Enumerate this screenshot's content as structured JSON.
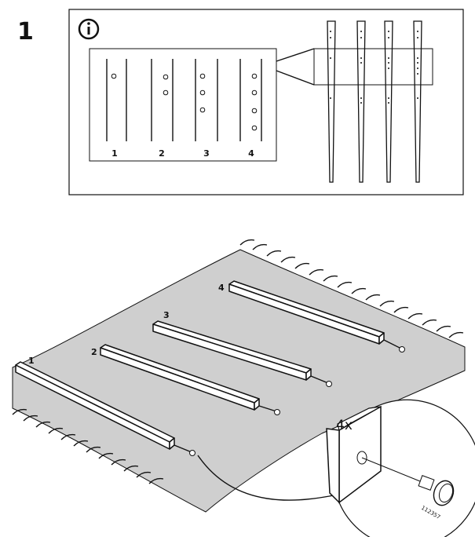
{
  "step_number": "1",
  "info_panel": {
    "icon": "info-icon",
    "hole_patterns": [
      {
        "label": "1",
        "holes": 1
      },
      {
        "label": "2",
        "holes": 2
      },
      {
        "label": "3",
        "holes": 3
      },
      {
        "label": "4",
        "holes": 4
      }
    ]
  },
  "assembly": {
    "beam_labels": [
      "1",
      "2",
      "3",
      "4"
    ],
    "quantity": "4x",
    "part_number": "112357"
  },
  "colors": {
    "rug": "#cfcfcf",
    "line": "#111111"
  }
}
